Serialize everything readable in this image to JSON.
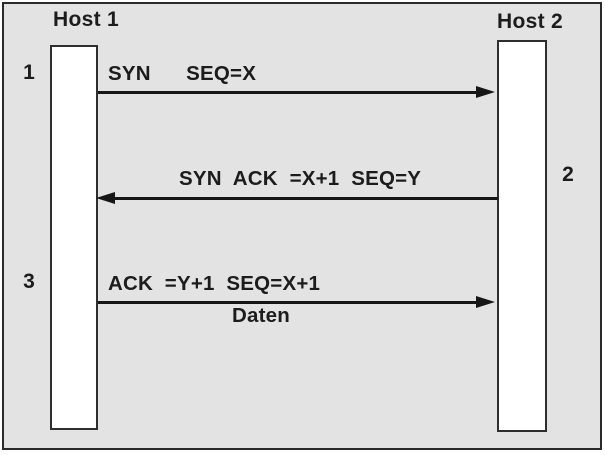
{
  "diagram": {
    "type": "sequence",
    "hosts": [
      {
        "name": "Host 1"
      },
      {
        "name": "Host 2"
      }
    ],
    "messages": [
      {
        "step": "1",
        "direction": "right",
        "label": "SYN      SEQ=X"
      },
      {
        "step": "2",
        "direction": "left",
        "label": "SYN  ACK  =X+1  SEQ=Y"
      },
      {
        "step": "3",
        "direction": "right",
        "label": "ACK  =Y+1  SEQ=X+1",
        "sublabel": "Daten"
      }
    ],
    "colors": {
      "background": "#e3e3e3",
      "frame_border": "#2a2a2a",
      "lifeline_fill": "#ffffff",
      "lifeline_border": "#2e2e2e",
      "arrow": "#161616",
      "text": "#1c1c1c"
    }
  }
}
